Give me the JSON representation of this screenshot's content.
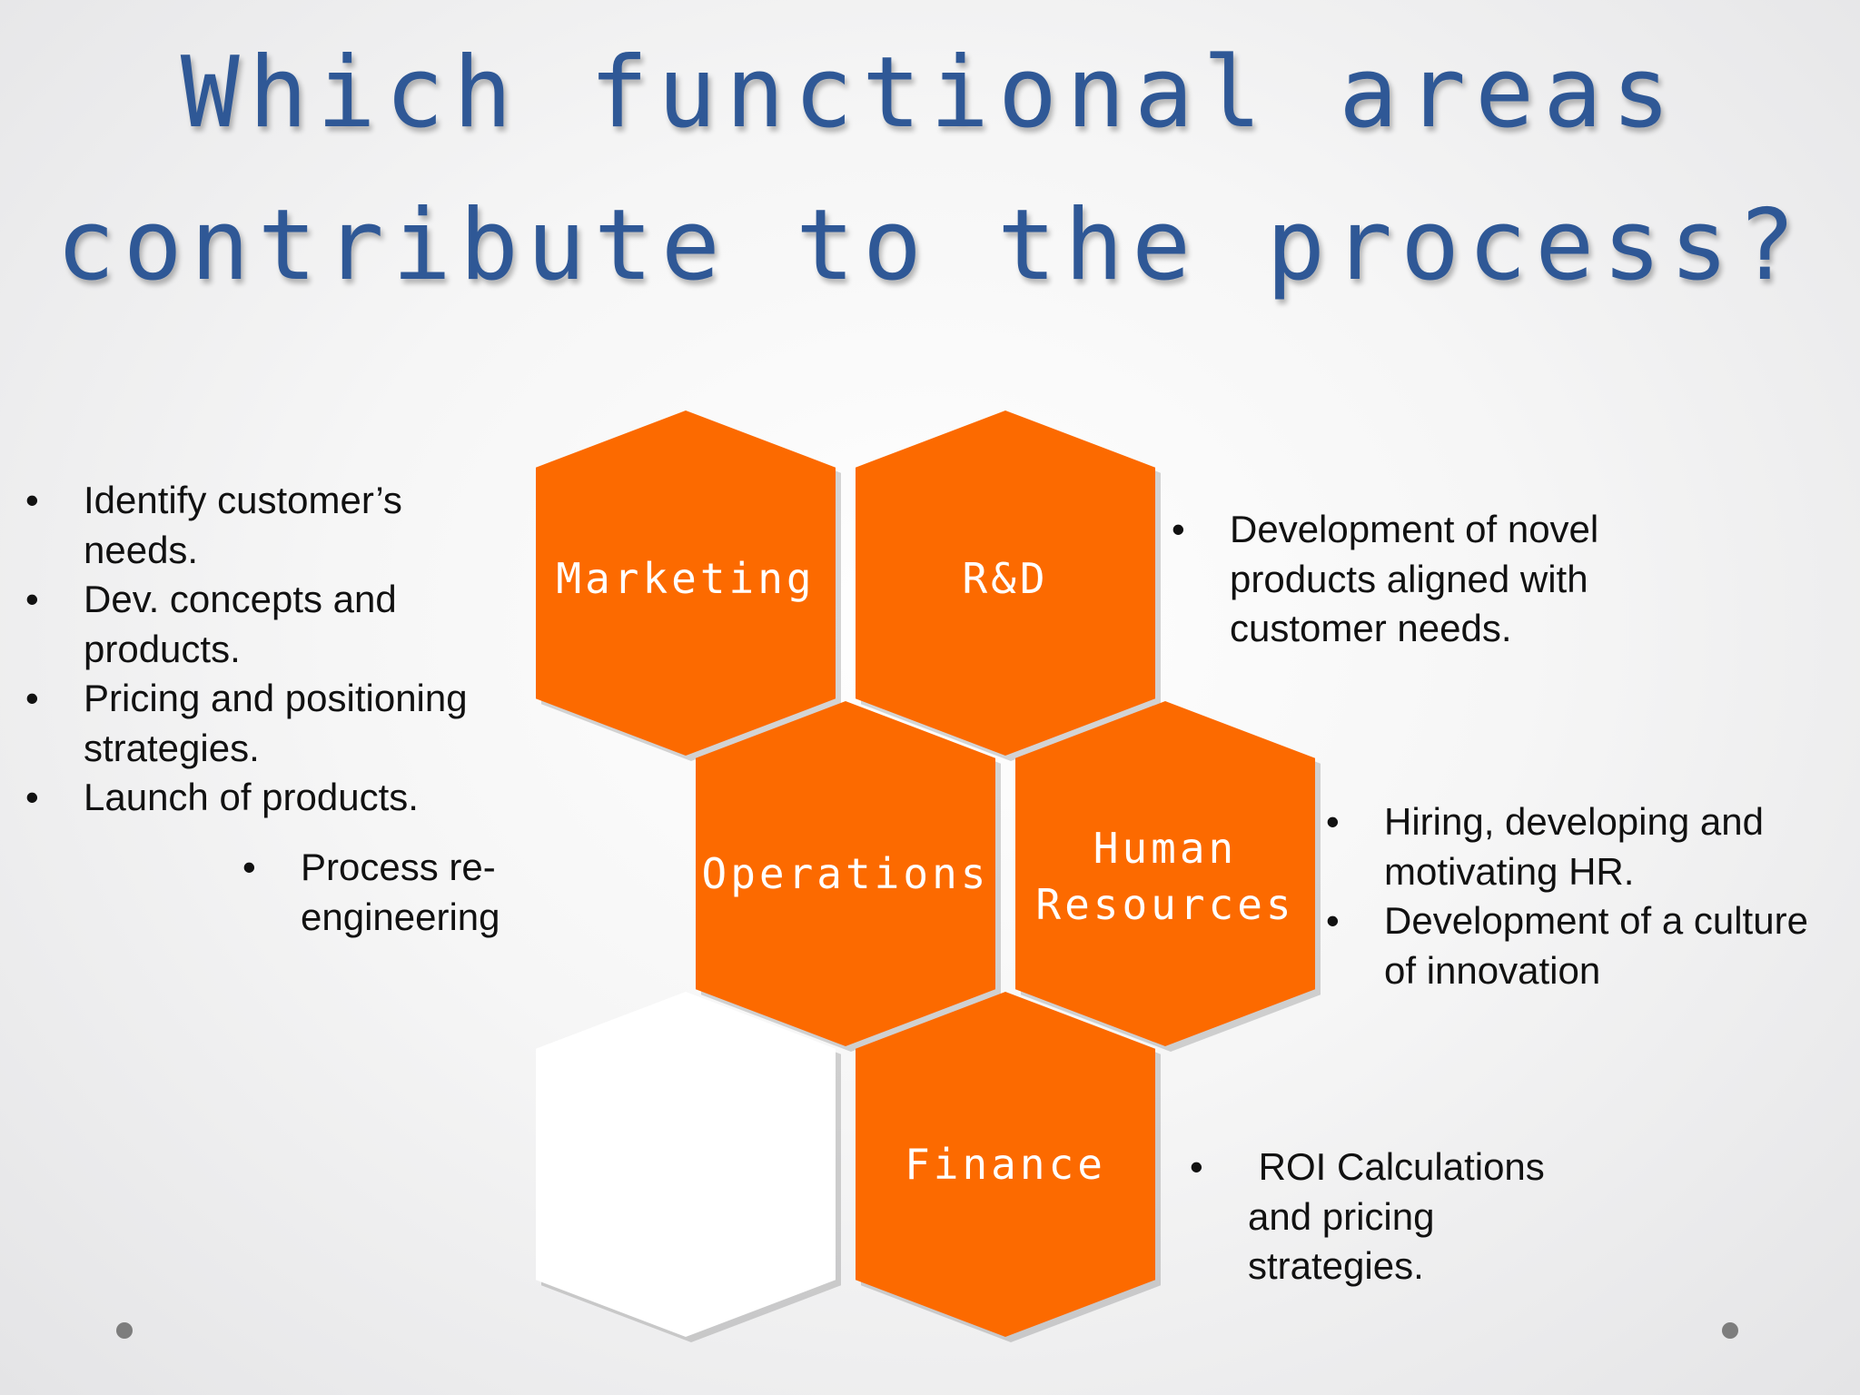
{
  "title": {
    "line1": "Which functional areas",
    "line2": "contribute to the process?"
  },
  "hexagons": {
    "marketing": "Marketing",
    "rnd": "R&D",
    "operations": "Operations",
    "human_resources": "Human\nResources",
    "finance": "Finance"
  },
  "notes": {
    "marketing": [
      "Identify customer’s needs.",
      "Dev. concepts and products.",
      "Pricing and positioning strategies.",
      "Launch of products."
    ],
    "operations": [
      "Process re-engineering"
    ],
    "rnd": [
      "Development of novel products aligned with customer needs."
    ],
    "human_resources": [
      "Hiring, developing and motivating HR.",
      "Development of a culture  of innovation"
    ],
    "finance": [
      " ROI Calculations and pricing strategies."
    ]
  },
  "colors": {
    "title": "#2f5896",
    "hexagon_fill": "#fc6a00",
    "empty_hexagon_fill": "#ffffff",
    "hexagon_text": "#ffffff",
    "body_text": "#111111"
  }
}
